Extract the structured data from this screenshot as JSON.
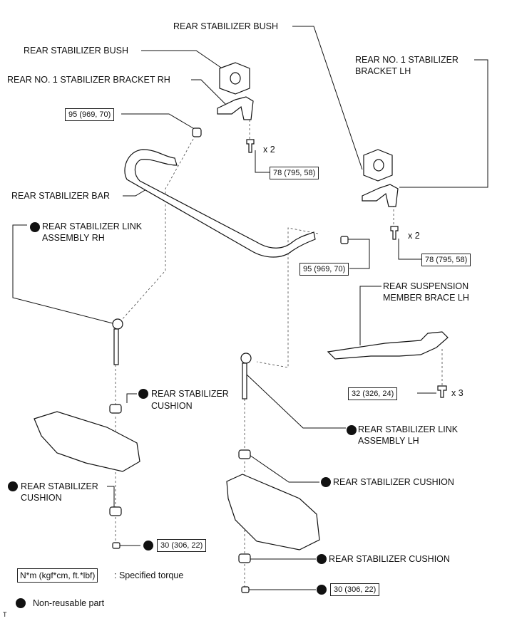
{
  "labels": {
    "bush_top": "REAR STABILIZER BUSH",
    "bush_left": "REAR STABILIZER BUSH",
    "bracket_rh": "REAR NO. 1 STABILIZER BRACKET RH",
    "bracket_lh_line1": "REAR NO. 1 STABILIZER",
    "bracket_lh_line2": "BRACKET LH",
    "stab_bar": "REAR STABILIZER BAR",
    "link_rh_line1": "REAR STABILIZER LINK",
    "link_rh_line2": "ASSEMBLY RH",
    "brace_lh_line1": "REAR SUSPENSION",
    "brace_lh_line2": "MEMBER BRACE LH",
    "cushion_mid_line1": "REAR STABILIZER",
    "cushion_mid_line2": "CUSHION",
    "link_lh_line1": "REAR STABILIZER LINK",
    "link_lh_line2": "ASSEMBLY LH",
    "cushion_left_line1": "REAR STABILIZER",
    "cushion_left_line2": "CUSHION",
    "cushion_right_upper": "REAR STABILIZER CUSHION",
    "cushion_right_lower": "REAR STABILIZER CUSHION"
  },
  "torques": {
    "nut_left_top": "95 (969, 70)",
    "bolt_rh_bracket": "78 (795, 58)",
    "nut_right_mid": "95 (969, 70)",
    "bolt_lh_bracket": "78 (795, 58)",
    "brace_bolts": "32 (326, 24)",
    "nut_left_bottom": "30 (306, 22)",
    "nut_right_bottom": "30 (306, 22)"
  },
  "quantities": {
    "rh_bracket_bolts": "x 2",
    "lh_bracket_bolts": "x 2",
    "brace_bolts": "x 3"
  },
  "legend": {
    "torque_unit": "N*m (kgf*cm, ft.*lbf)",
    "torque_desc": ": Specified torque",
    "nonreusable_desc": "Non-reusable part"
  },
  "figure_id": "T"
}
